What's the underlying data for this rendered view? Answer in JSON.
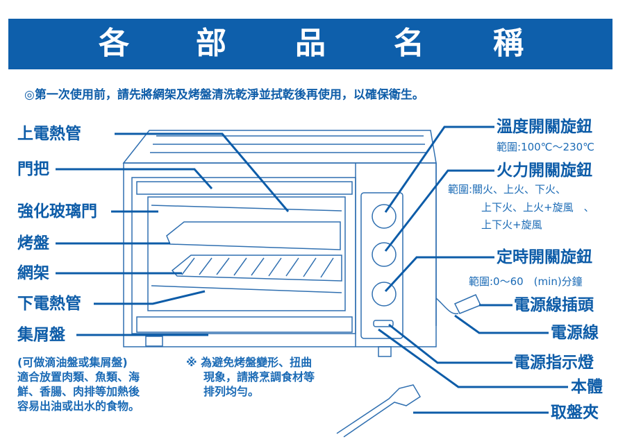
{
  "title": [
    "各",
    "部",
    "品",
    "名",
    "稱"
  ],
  "note": "◎第一次使用前，請先將網架及烤盤清洗乾淨並拭乾後再使用，以確保衛生。",
  "left_labels": [
    "上電熱管",
    "門把",
    "強化玻璃門",
    "烤盤",
    "網架",
    "下電熱管",
    "集屑盤"
  ],
  "crumb_tray_note": [
    "(可做滴油盤或集屑盤)",
    "適合放置肉類、魚類、海",
    "鮮、香腸、肉排等加熱後",
    "容易出油或出水的食物。"
  ],
  "warning_note": [
    "※ 為避免烤盤變形、扭曲",
    "現象，請將烹調食材等",
    "排列均勻。"
  ],
  "right_labels": {
    "temp_knob": "溫度開關旋鈕",
    "temp_range": "範圍:100℃～230℃",
    "fire_knob": "火力開關旋鈕",
    "fire_range": [
      "範圍:關火、上火、下火、",
      "上下火、上火+旋風　、",
      "上下火+旋風"
    ],
    "timer_knob": "定時開關旋鈕",
    "timer_range": "範圍:0～60　(min)分鐘",
    "plug": "電源線插頭",
    "cord": "電源線",
    "indicator": "電源指示燈",
    "body": "本體",
    "tongs": "取盤夾"
  },
  "colors": {
    "primary": "#0e5fab",
    "text": "#0d5ca8"
  }
}
